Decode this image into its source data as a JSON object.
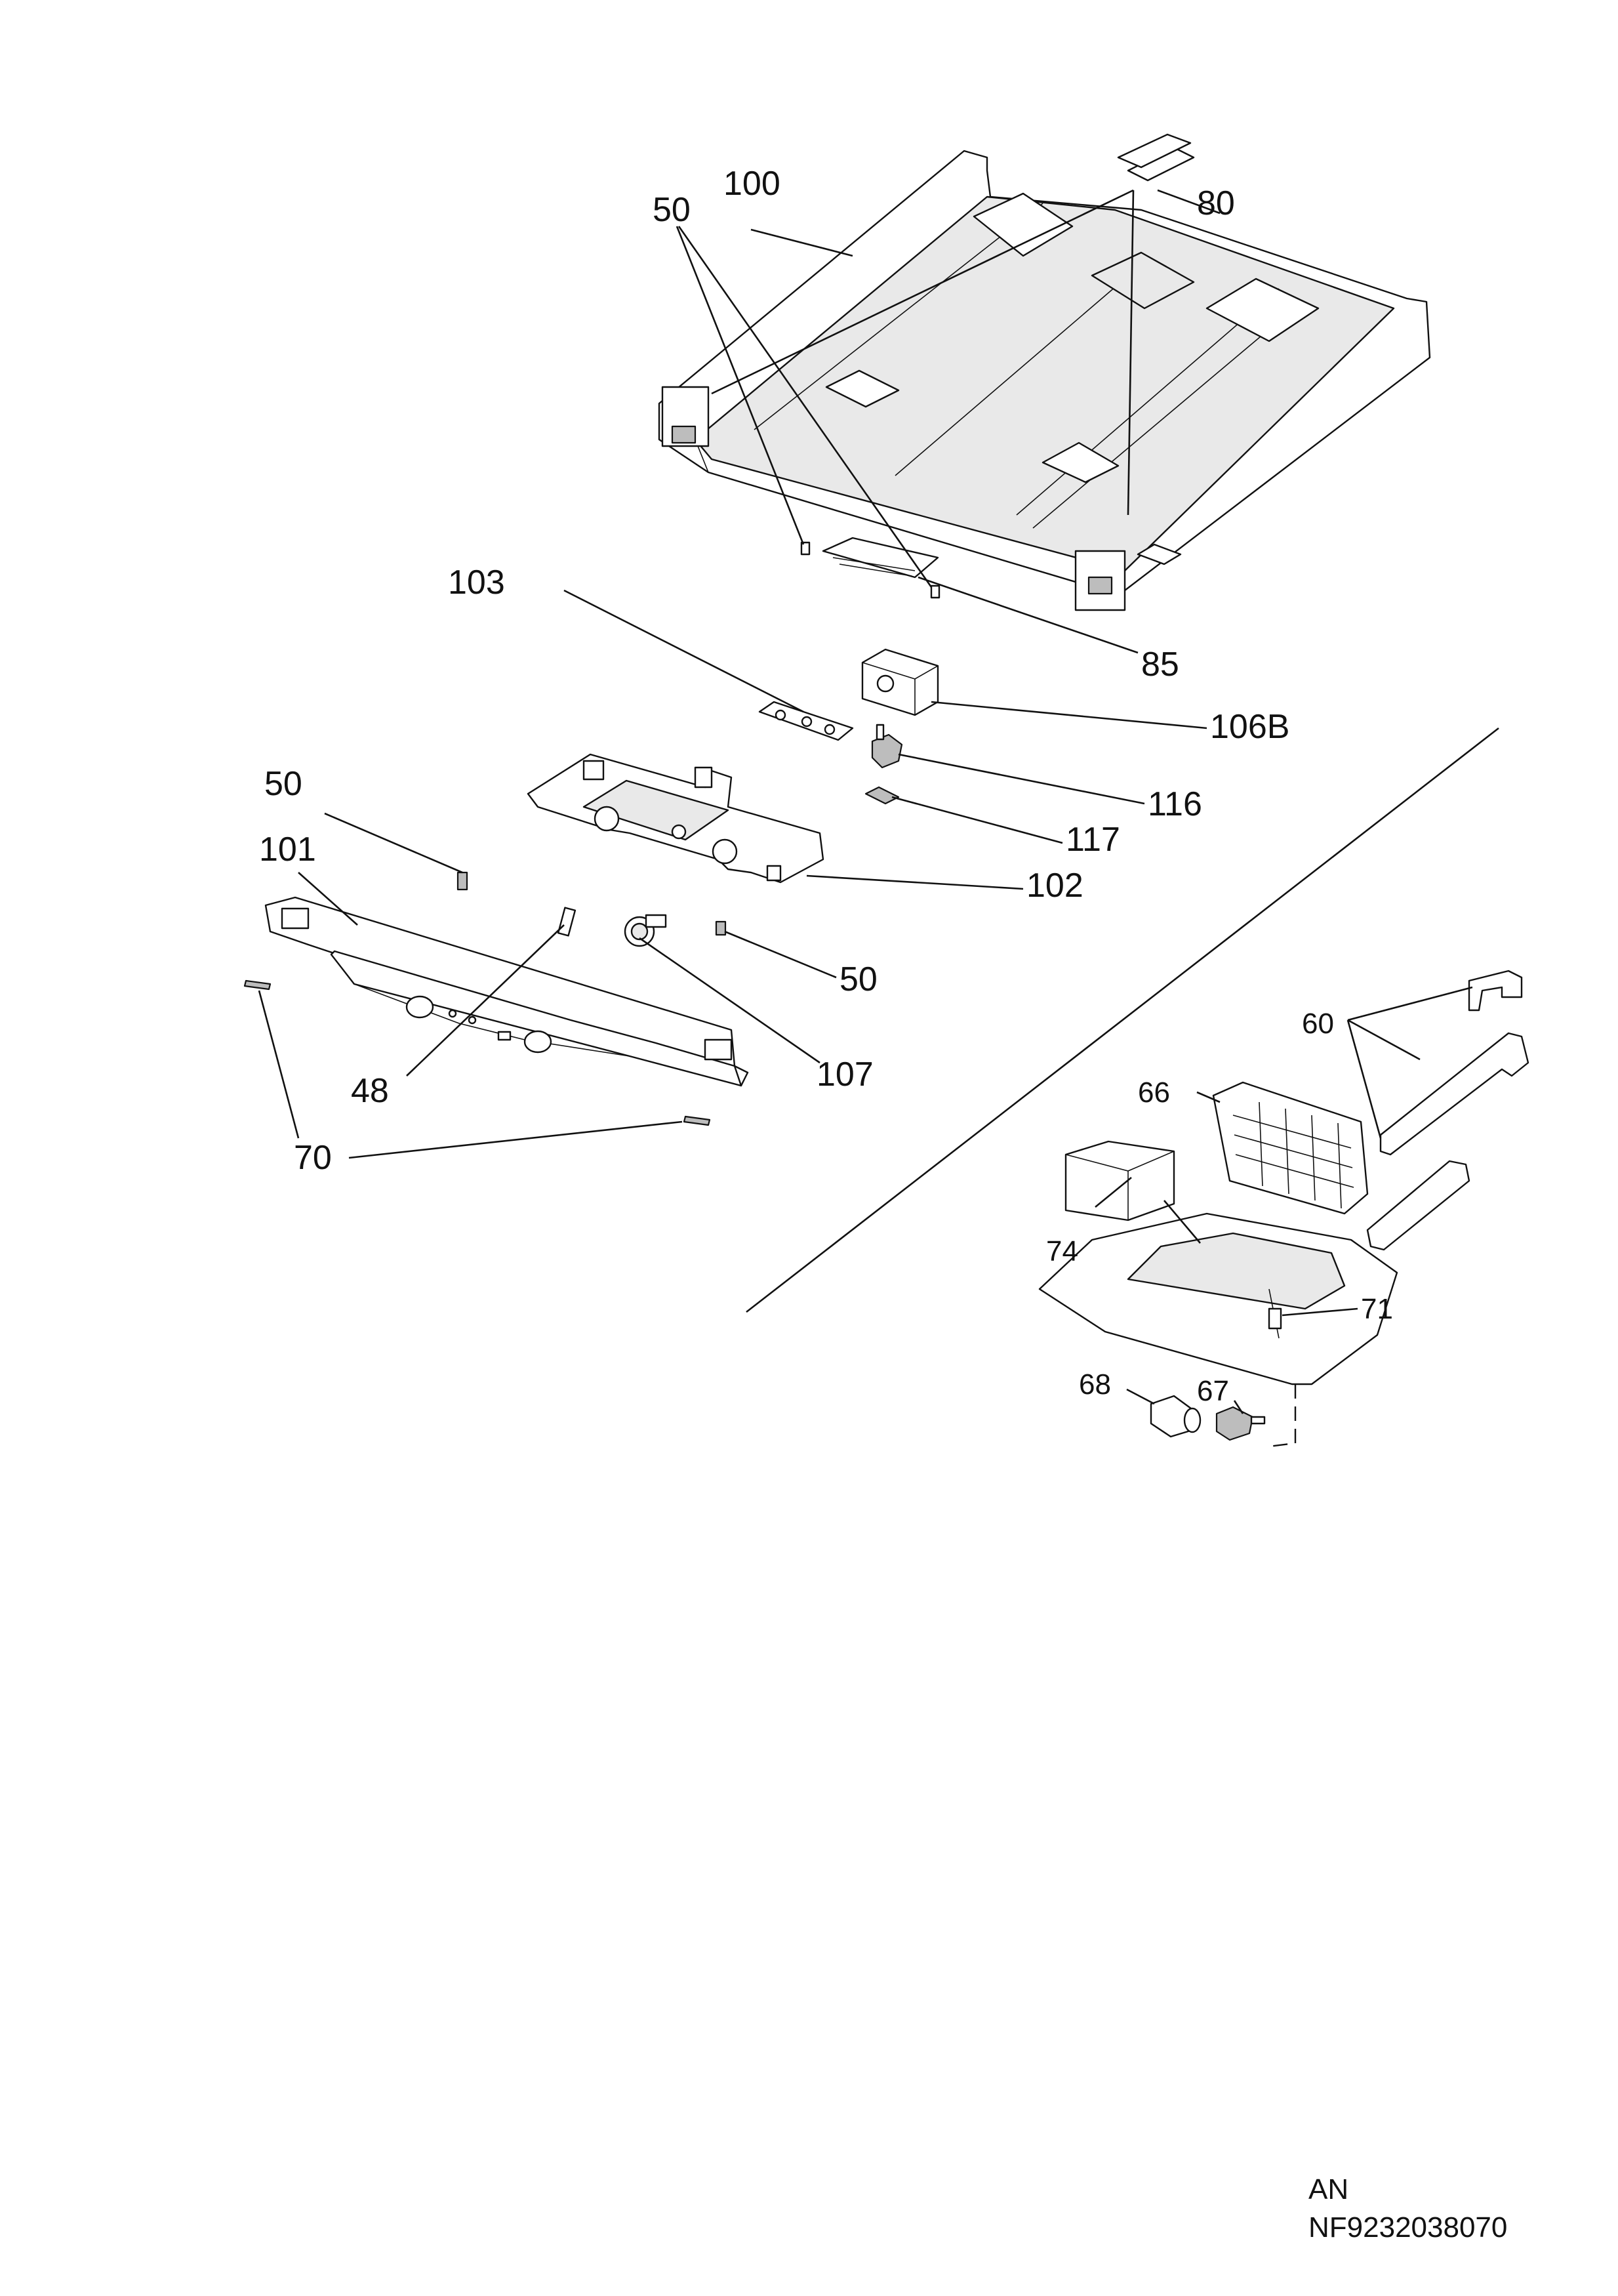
{
  "callouts": {
    "c100": "100",
    "c50_top": "50",
    "c80": "80",
    "c85": "85",
    "c103": "103",
    "c106b": "106B",
    "c116": "116",
    "c117": "117",
    "c102": "102",
    "c50_left": "50",
    "c101": "101",
    "c50_right": "50",
    "c107": "107",
    "c48": "48",
    "c70": "70",
    "c60": "60",
    "c66": "66",
    "c74": "74",
    "c71": "71",
    "c68": "68",
    "c67": "67"
  },
  "footer": {
    "line1": "AN",
    "line2": "NF9232038070"
  }
}
